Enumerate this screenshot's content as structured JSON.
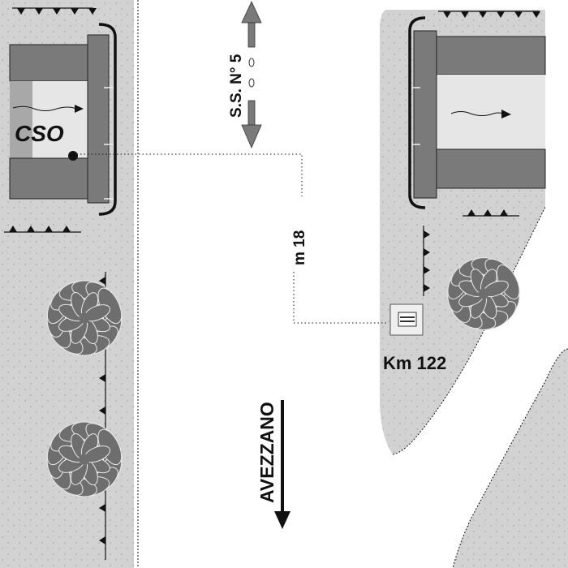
{
  "map": {
    "colors": {
      "ground": "#d2d2d2",
      "channel_wall": "#7a7a7a",
      "water": "#e6e6e6",
      "outlet_edge": "#a8a8a8",
      "vegetation": "#6e6e6e",
      "road": "#ffffff",
      "ink": "#111111"
    },
    "labels": {
      "road_name": "S.S. N° 5",
      "station_code": "CSO",
      "distance": "m 18",
      "kilometre": "Km 122",
      "direction": "AVEZZANO"
    },
    "icons": {
      "road_arrow": "double-arrow-icon",
      "gauge": "gauge-station-icon",
      "water_flow": "flow-arrow-icon",
      "point": "station-point-icon",
      "tree": "tree-icon",
      "embankment": "embankment-tick-icon"
    }
  }
}
